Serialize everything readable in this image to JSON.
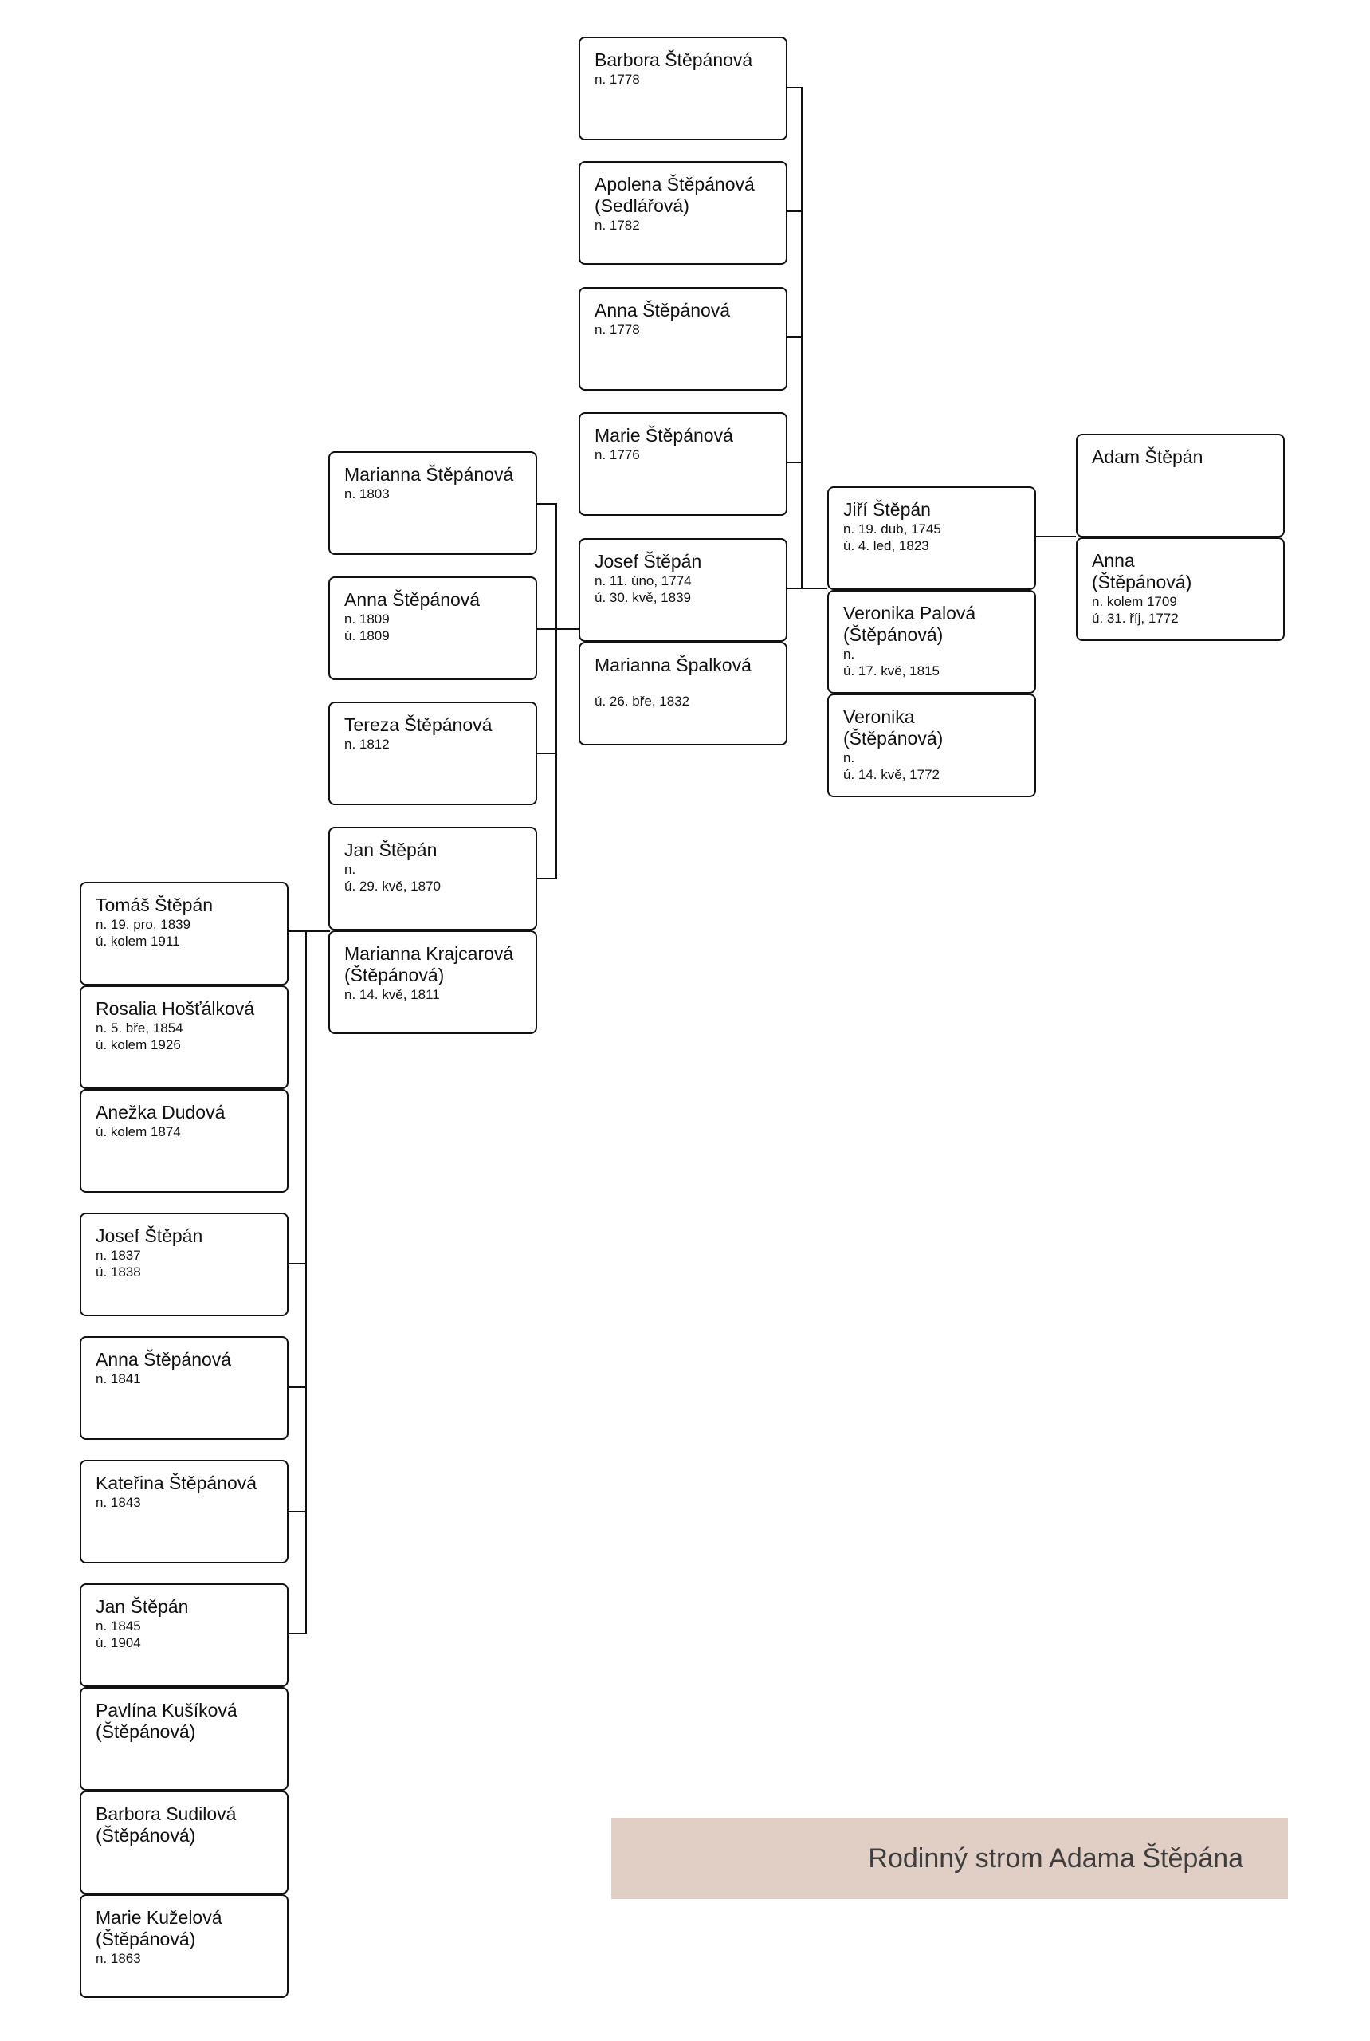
{
  "title": "Rodinný strom Adama Štěpána",
  "colors": {
    "banner_bg": "#e1cfc5",
    "box_border": "#111111",
    "line": "#111111",
    "title_text": "#3d3d3d"
  },
  "people": {
    "barbora_1778": {
      "name": "Barbora Štěpánová",
      "lines": [
        "n. 1778"
      ]
    },
    "apolena": {
      "name": "Apolena Štěpánová (Sedlářová)",
      "lines": [
        "n. 1782"
      ]
    },
    "anna_1778": {
      "name": "Anna Štěpánová",
      "lines": [
        "n. 1778"
      ]
    },
    "marie_1776": {
      "name": "Marie Štěpánová",
      "lines": [
        "n. 1776"
      ]
    },
    "josef_1774": {
      "name": "Josef Štěpán",
      "lines": [
        "n. 11. úno, 1774",
        "ú. 30. kvě, 1839"
      ]
    },
    "marianna_spalkova": {
      "name": "Marianna Špalková",
      "lines": [
        "",
        "ú. 26. bře, 1832"
      ]
    },
    "jiri_1745": {
      "name": "Jiří Štěpán",
      "lines": [
        "n. 19. dub, 1745",
        "ú. 4. led, 1823"
      ]
    },
    "veronika_palova": {
      "name": "Veronika Palová (Štěpánová)",
      "lines": [
        "n.",
        "ú. 17. kvě, 1815"
      ]
    },
    "veronika_1772": {
      "name": "Veronika (Štěpánová)",
      "lines": [
        "n.",
        "ú. 14. kvě, 1772"
      ]
    },
    "adam": {
      "name": "Adam Štěpán",
      "lines": []
    },
    "anna_1709": {
      "name": "Anna (Štěpánová)",
      "lines": [
        "n. kolem 1709",
        "ú. 31. říj, 1772"
      ]
    },
    "marianna_1803": {
      "name": "Marianna Štěpánová",
      "lines": [
        "n. 1803"
      ]
    },
    "anna_1809": {
      "name": "Anna Štěpánová",
      "lines": [
        "n. 1809",
        "ú. 1809"
      ]
    },
    "tereza_1812": {
      "name": "Tereza Štěpánová",
      "lines": [
        "n. 1812"
      ]
    },
    "jan_1870": {
      "name": "Jan Štěpán",
      "lines": [
        "n.",
        "ú. 29. kvě, 1870"
      ]
    },
    "marianna_krajcarova": {
      "name": "Marianna Krajcarová (Štěpánová)",
      "lines": [
        "n. 14. kvě, 1811"
      ]
    },
    "tomas_1839": {
      "name": "Tomáš Štěpán",
      "lines": [
        "n. 19. pro, 1839",
        "ú. kolem 1911"
      ]
    },
    "rosalia": {
      "name": "Rosalia Hošťálková",
      "lines": [
        "n. 5. bře, 1854",
        "ú. kolem 1926"
      ]
    },
    "anezka": {
      "name": "Anežka Dudová",
      "lines": [
        "ú. kolem 1874"
      ]
    },
    "josef_1837": {
      "name": "Josef Štěpán",
      "lines": [
        "n. 1837",
        "ú. 1838"
      ]
    },
    "anna_1841": {
      "name": "Anna Štěpánová",
      "lines": [
        "n. 1841"
      ]
    },
    "katerina_1843": {
      "name": "Kateřina Štěpánová",
      "lines": [
        "n. 1843"
      ]
    },
    "jan_1845": {
      "name": "Jan Štěpán",
      "lines": [
        "n. 1845",
        "ú. 1904"
      ]
    },
    "pavlina": {
      "name": "Pavlína Kušíková (Štěpánová)",
      "lines": []
    },
    "barbora_sudilova": {
      "name": "Barbora Sudilová (Štěpánová)",
      "lines": []
    },
    "marie_kuzelova": {
      "name": "Marie Kuželová (Štěpánová)",
      "lines": [
        "n. 1863"
      ]
    }
  }
}
